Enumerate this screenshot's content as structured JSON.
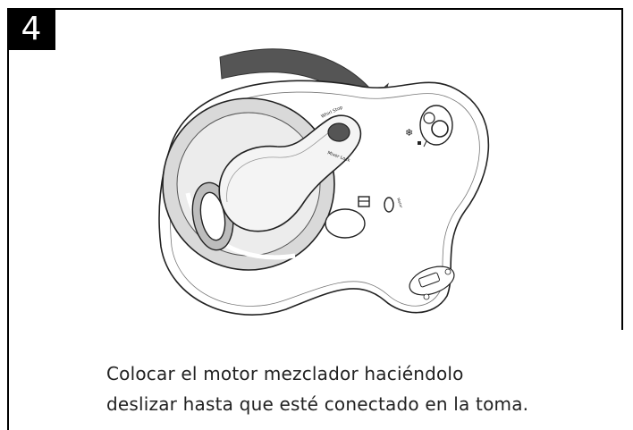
{
  "step": {
    "number": "4"
  },
  "panel_labels": {
    "handle_top": "Whirl Stop",
    "handle_bottom": "Mixer Lock",
    "button_side": "Motor"
  },
  "caption": {
    "line1": "Colocar el motor mezclador haciéndolo",
    "line2": "deslizar hasta que esté conectado en la toma."
  }
}
